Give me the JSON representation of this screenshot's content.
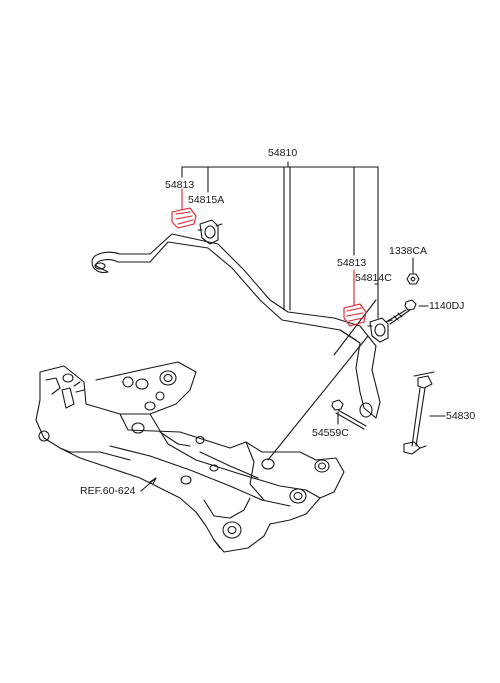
{
  "diagram": {
    "labels": {
      "stabilizer_bar": "54810",
      "bushing_left": "54813",
      "clamp_left": "54815A",
      "bushing_right": "54813",
      "clamp_right": "54814C",
      "nut": "1338CA",
      "bolt": "1140DJ",
      "link": "54830",
      "bolt_lower": "54559C",
      "reference": "REF.60-624"
    },
    "colors": {
      "line": "#1a1a1a",
      "highlight": "#e0202a"
    }
  }
}
